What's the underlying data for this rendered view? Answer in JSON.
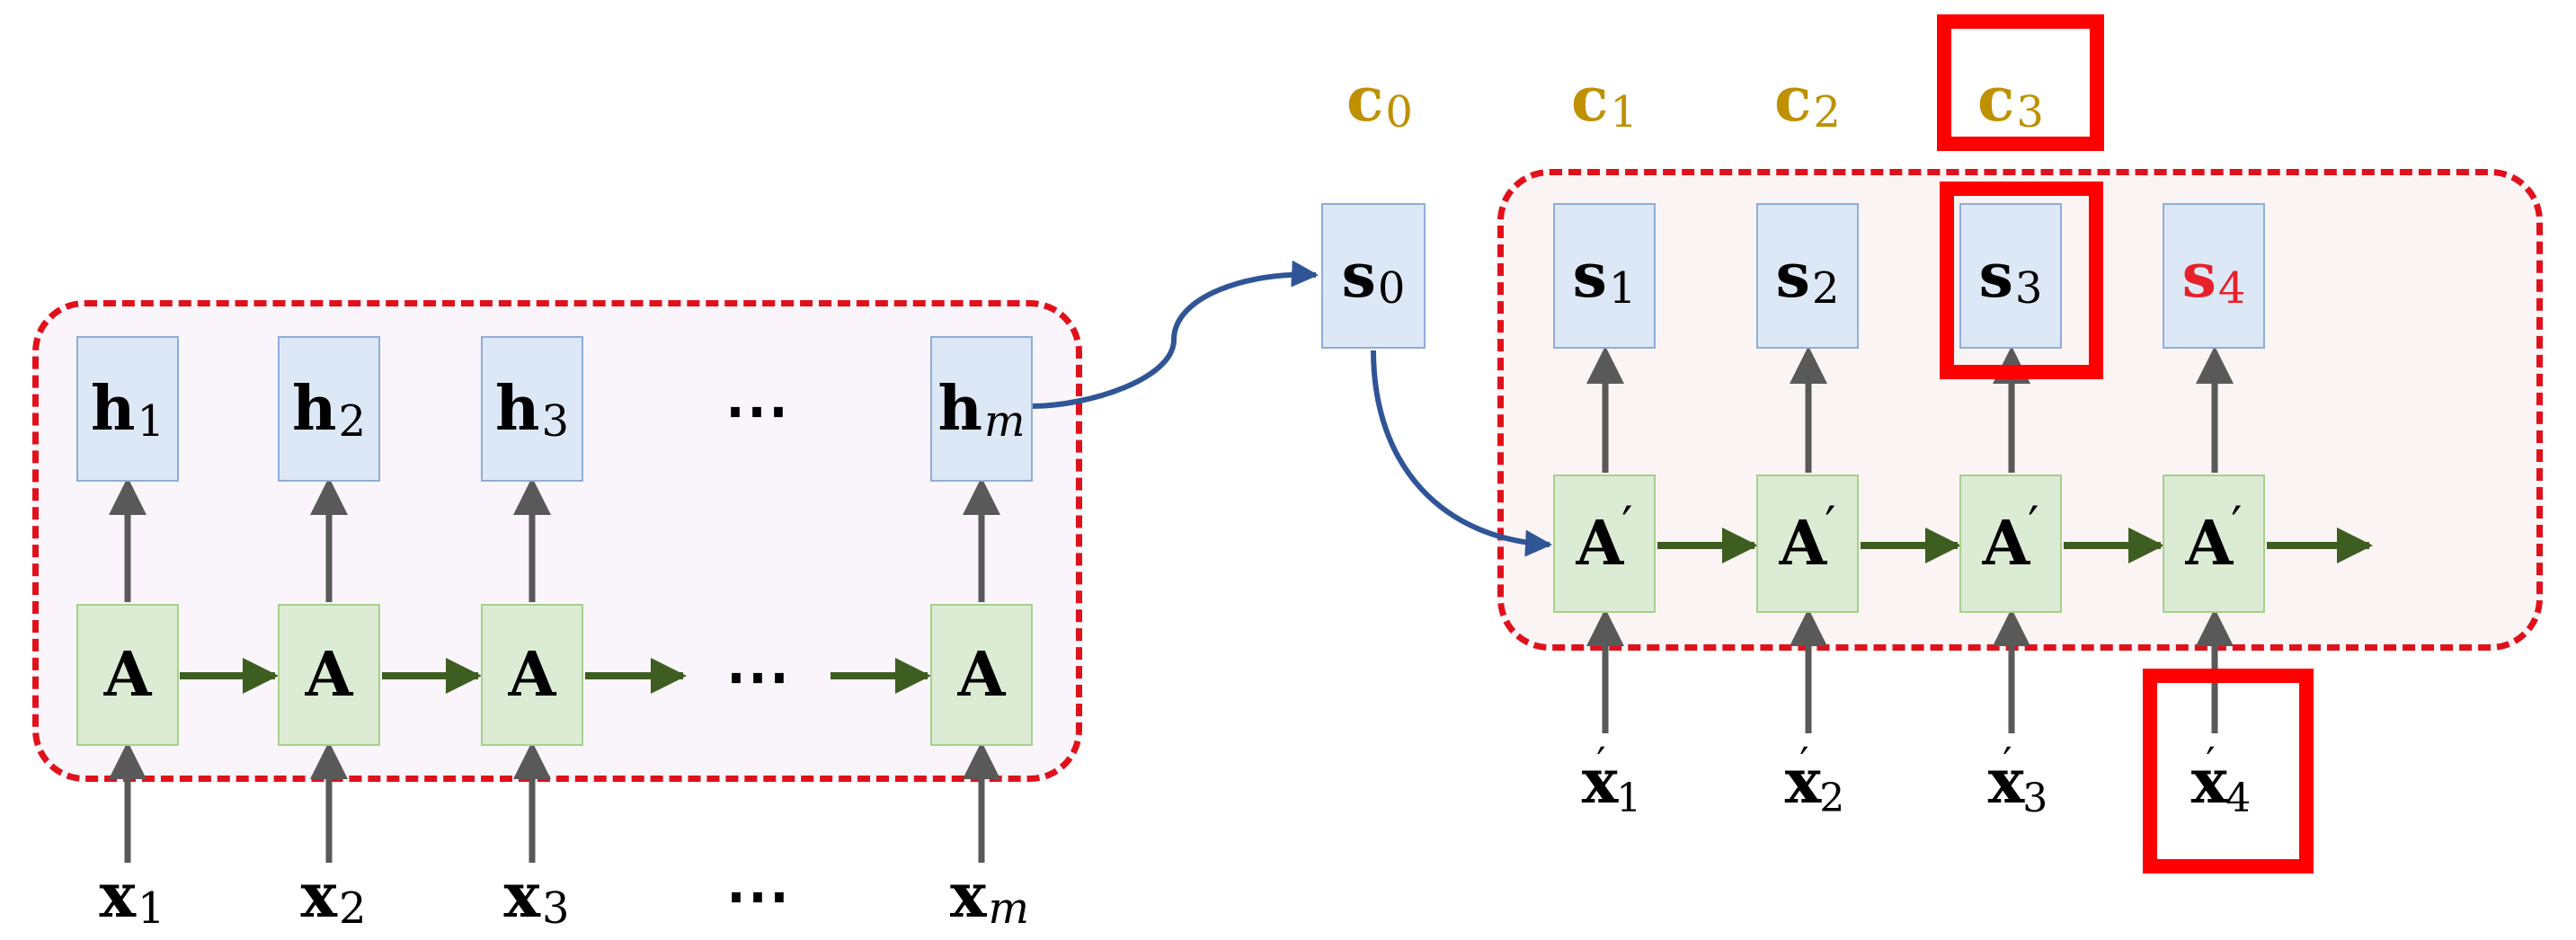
{
  "encoder": {
    "hidden": [
      {
        "main": "h",
        "sub": "1"
      },
      {
        "main": "h",
        "sub": "2"
      },
      {
        "main": "h",
        "sub": "3"
      },
      {
        "main": "h",
        "sub": "m"
      }
    ],
    "cells": [
      "A",
      "A",
      "A",
      "A"
    ],
    "inputs": [
      {
        "main": "x",
        "sub": "1"
      },
      {
        "main": "x",
        "sub": "2"
      },
      {
        "main": "x",
        "sub": "3"
      },
      {
        "main": "x",
        "sub": "m"
      }
    ],
    "ellipsis": "⋯"
  },
  "decoder": {
    "contexts": [
      {
        "main": "c",
        "sub": "0"
      },
      {
        "main": "c",
        "sub": "1"
      },
      {
        "main": "c",
        "sub": "2"
      },
      {
        "main": "c",
        "sub": "3"
      }
    ],
    "states": [
      {
        "main": "s",
        "sub": "0"
      },
      {
        "main": "s",
        "sub": "1"
      },
      {
        "main": "s",
        "sub": "2"
      },
      {
        "main": "s",
        "sub": "3"
      },
      {
        "main": "s",
        "sub": "4"
      }
    ],
    "cells": [
      "A",
      "A",
      "A",
      "A"
    ],
    "cell_prime": "′",
    "inputs": [
      {
        "main": "x",
        "sub": "1"
      },
      {
        "main": "x",
        "sub": "2"
      },
      {
        "main": "x",
        "sub": "3"
      },
      {
        "main": "x",
        "sub": "4"
      }
    ],
    "input_prime": "′"
  },
  "colors": {
    "panel_border": "#e0111b",
    "highlight": "#ff0000",
    "context_label": "#bf9000",
    "active_state_label": "#e8202a",
    "hidden_fill": "#dde8f6",
    "cell_fill": "#dcebd4",
    "recurrent_arrow": "#3e5e21",
    "vertical_arrow": "#595959",
    "connector": "#2f5597"
  }
}
